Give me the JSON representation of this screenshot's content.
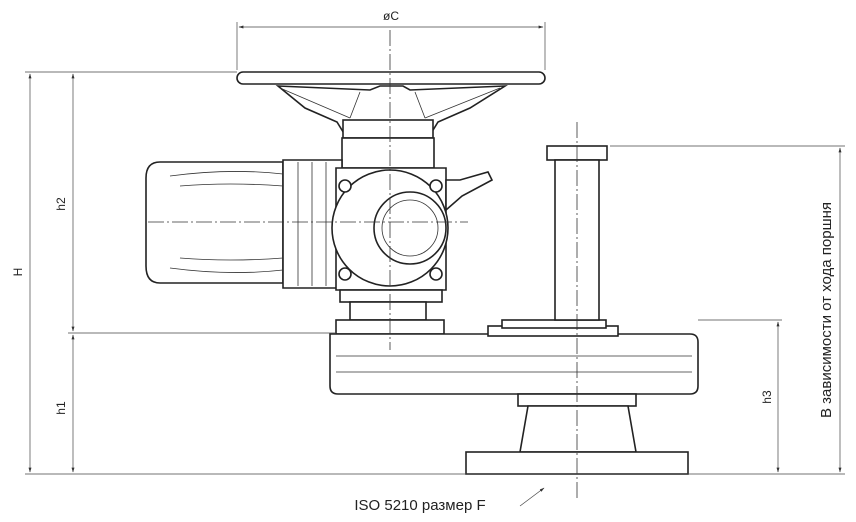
{
  "labels": {
    "diameter_c": "øC",
    "height_total": "H",
    "height_h2": "h2",
    "height_h1": "h1",
    "height_h3": "h3",
    "piston_stroke_note": "В зависимости от хода поршня",
    "flange_note": "ISO 5210 размер F"
  }
}
